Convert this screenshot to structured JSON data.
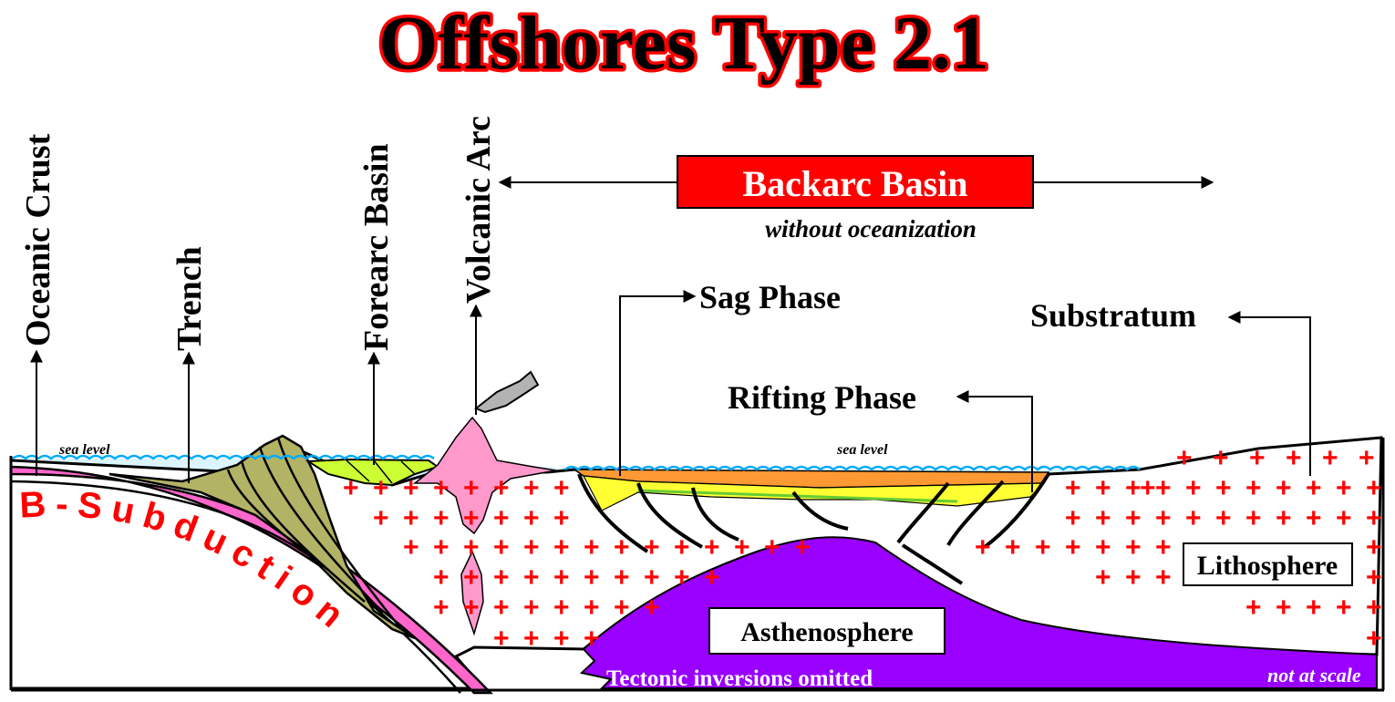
{
  "title": "Offshores Type 2.1",
  "vertical_labels": {
    "oceanic_crust": "Oceanic Crust",
    "trench": "Trench",
    "forearc_basin": "Forearc Basin",
    "volcanic_arc": "Volcanic Arc"
  },
  "backarc": {
    "label": "Backarc Basin",
    "subtitle": "without oceanization"
  },
  "labels": {
    "sag_phase": "Sag Phase",
    "substratum": "Substratum",
    "rifting_phase": "Rifting Phase",
    "sea_level_left": "sea level",
    "sea_level_right": "sea level",
    "subduction": "B-Subduction",
    "lithosphere": "Lithosphere",
    "asthenosphere": "Asthenosphere",
    "tectonic_note": "Tectonic inversions omitted",
    "scale_note": "not at scale"
  },
  "colors": {
    "title_fill": "#000000",
    "title_outline": "#ff0000",
    "backarc_box": "#ff0000",
    "asthenosphere": "#9900ff",
    "subduction_slab": "#ff66cc",
    "volcano": "#ff99cc",
    "accretionary_prism": "#b3b366",
    "forearc_fill": "#ccff33",
    "sag_fill": "#ff9933",
    "rift_fill": "#ffff33",
    "sea": "#00aaff",
    "plus_signs": "#ff0000"
  }
}
